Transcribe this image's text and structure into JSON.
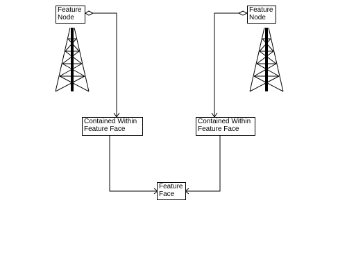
{
  "nodes": {
    "left_feature_node": {
      "line1": "Feature",
      "line2": "Node"
    },
    "right_feature_node": {
      "line1": "Feature",
      "line2": "Node"
    },
    "left_contained": {
      "line1": "Contained Within",
      "line2": "Feature Face"
    },
    "right_contained": {
      "line1": "Contained Within",
      "line2": "Feature Face"
    },
    "feature_face": {
      "line1": "Feature",
      "line2": "Face"
    }
  },
  "icons": {
    "left_tower": "oil-derrick-icon",
    "right_tower": "oil-derrick-icon"
  },
  "colors": {
    "line": "#000000",
    "box_border": "#000000",
    "background": "#ffffff"
  }
}
